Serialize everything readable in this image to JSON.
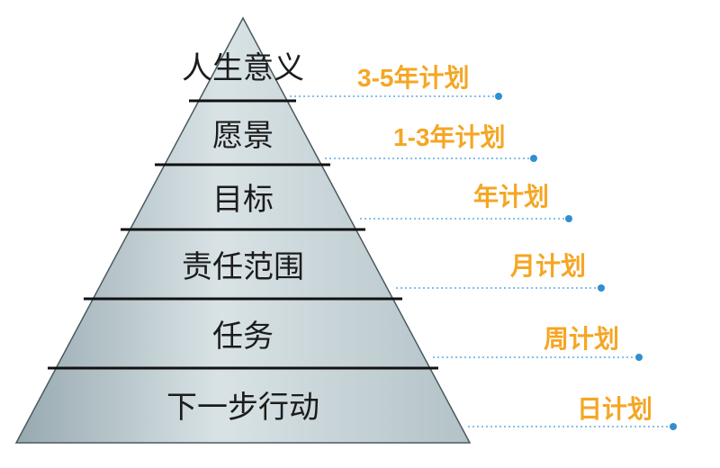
{
  "accent_color": "#f5a623",
  "connector_color": "#3a9ad9",
  "pyramid": {
    "tiers": [
      {
        "label": "人生意义",
        "plan": "3-5年计划"
      },
      {
        "label": "愿景",
        "plan": "1-3年计划"
      },
      {
        "label": "目标",
        "plan": "年计划"
      },
      {
        "label": "责任范围",
        "plan": "月计划"
      },
      {
        "label": "任务",
        "plan": "周计划"
      },
      {
        "label": "下一步行动",
        "plan": "日计划"
      }
    ]
  }
}
